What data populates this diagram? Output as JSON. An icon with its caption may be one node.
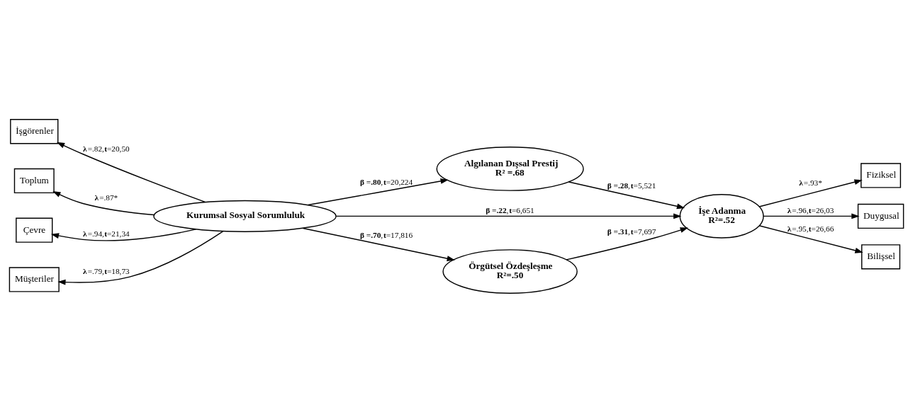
{
  "diagram": {
    "nodes": [
      {
        "text": [
          "Kurumsal Sosyal Sorumluluk"
        ]
      },
      {
        "text": [
          "Algılanan Dışsal Prestij",
          "R² =.68"
        ]
      },
      {
        "text": [
          "İşe Adanma",
          "R²=.52"
        ]
      },
      {
        "text": [
          "Örgütsel Özdeşleşme",
          "R²=.50"
        ]
      },
      {
        "text": [
          "İşgörenler"
        ]
      },
      {
        "text": [
          "Toplum"
        ]
      },
      {
        "text": [
          "Çevre"
        ]
      },
      {
        "text": [
          "Müşteriler"
        ]
      },
      {
        "text": [
          "Fiziksel"
        ]
      },
      {
        "text": [
          "Duygusal"
        ]
      },
      {
        "text": [
          "Bilişsel"
        ]
      }
    ],
    "edges": [
      {
        "from": 0,
        "to": 4,
        "arrow": "to",
        "label": "**λ**=.82,**t**=20,50"
      },
      {
        "from": 0,
        "to": 5,
        "arrow": "to",
        "label": "**λ**=.87*"
      },
      {
        "from": 0,
        "to": 6,
        "arrow": "to",
        "label": "**λ**=.94,**t**=21,34"
      },
      {
        "from": 0,
        "to": 7,
        "arrow": "to",
        "label": "**λ**=.79,**t**=18,73"
      },
      {
        "from": 0,
        "to": 1,
        "arrow": "to",
        "label": "**β =.80**,**t**=20,224"
      },
      {
        "from": 0,
        "to": 2,
        "arrow": "to",
        "label": "**β =.22**,**t**=6,651"
      },
      {
        "from": 0,
        "to": 3,
        "arrow": "to",
        "label": "**β =.70**,**t**=17,816"
      },
      {
        "from": 1,
        "to": 2,
        "arrow": "to",
        "label": "**β =.28**,**t**=5,521"
      },
      {
        "from": 3,
        "to": 2,
        "arrow": "to",
        "label": "**β =.31**,**t**=7,697"
      },
      {
        "from": 2,
        "to": 8,
        "arrow": "to",
        "label": "**λ**=.93*"
      },
      {
        "from": 2,
        "to": 9,
        "arrow": "to",
        "label": "**λ**=.96,**t**=26,03"
      },
      {
        "from": 2,
        "to": 10,
        "arrow": "to",
        "label": "**λ**=.95,**t**=26,66"
      }
    ]
  }
}
